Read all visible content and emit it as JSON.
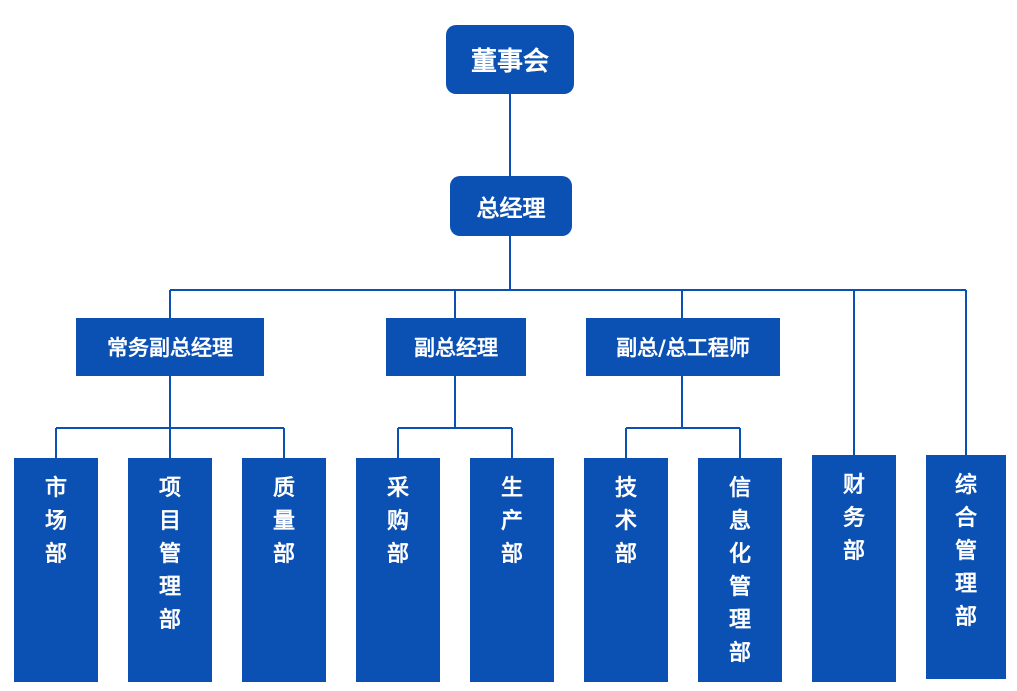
{
  "root": "董事会",
  "gm": "总经理",
  "vps": [
    {
      "label": "常务副总经理"
    },
    {
      "label": "副总经理"
    },
    {
      "label": "副总/总工程师"
    }
  ],
  "departments": [
    {
      "label": "市场部"
    },
    {
      "label": "项目管理部"
    },
    {
      "label": "质量部"
    },
    {
      "label": "采购部"
    },
    {
      "label": "生产部"
    },
    {
      "label": "技术部"
    },
    {
      "label": "信息化管理部"
    },
    {
      "label": "财务部"
    },
    {
      "label": "综合管理部"
    }
  ],
  "colors": {
    "box": "#0b50b3",
    "line": "#0b50b3",
    "text": "#ffffff"
  }
}
